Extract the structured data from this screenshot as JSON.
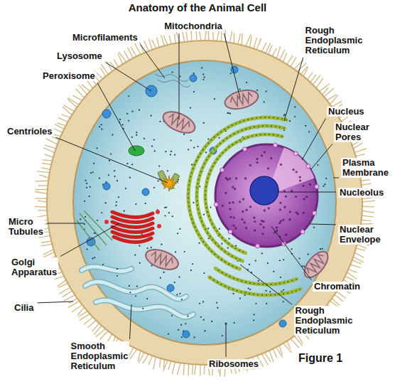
{
  "diagram": {
    "title": "Anatomy of the Animal Cell",
    "caption": "Figure 1",
    "labels": [
      "Microfilaments",
      "Mitochondria",
      "Rough Endoplasmic Reticulum",
      "Lysosome",
      "Peroxisome",
      "Nucleus",
      "Nuclear Pores",
      "Centrioles",
      "Plasma Membrane",
      "Nucleolus",
      "Micro Tubules",
      "Nuclear Envelope",
      "Golgi Apparatus",
      "Chromatin",
      "Cilia",
      "Rough Endoplasmic Reticulum",
      "Smooth Endoplasmic Reticulum",
      "Ribosomes"
    ]
  }
}
